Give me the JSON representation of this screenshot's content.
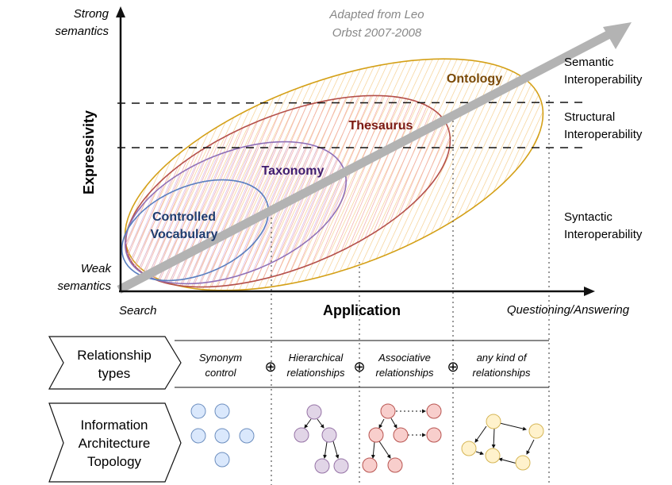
{
  "source_note": [
    "Adapted from Leo",
    "Orbst 2007-2008"
  ],
  "y_axis": {
    "label": "Expressivity",
    "top": [
      "Strong",
      "semantics"
    ],
    "bottom": [
      "Weak",
      "semantics"
    ]
  },
  "x_axis": {
    "label": "Application",
    "left": "Search",
    "right": "Questioning/Answering"
  },
  "levels": {
    "semantic": [
      "Semantic",
      "Interoperability"
    ],
    "structural": [
      "Structural",
      "Interoperability"
    ],
    "syntactic": [
      "Syntactic",
      "Interoperability"
    ]
  },
  "kos": {
    "controlled_vocabulary": [
      "Controlled",
      "Vocabulary"
    ],
    "taxonomy": "Taxonomy",
    "thesaurus": "Thesaurus",
    "ontology": "Ontology"
  },
  "rows": {
    "relationship_types": [
      "Relationship",
      "types"
    ],
    "topology": [
      "Information",
      "Architecture",
      "Topology"
    ]
  },
  "relationships": {
    "synonym": [
      "Synonym",
      "control"
    ],
    "hierarchical": [
      "Hierarchical",
      "relationships"
    ],
    "associative": [
      "Associative",
      "relationships"
    ],
    "any": [
      "any kind of",
      "relationships"
    ]
  },
  "plus_symbol": "⊕",
  "colors": {
    "controlled_vocabulary": "#5a7fc0",
    "taxonomy": "#9070b8",
    "thesaurus": "#b5504a",
    "ontology": "#d4a017",
    "cv_label": "#1f3c6e",
    "taxonomy_label": "#3f1d6e",
    "thesaurus_label": "#7a1a14",
    "ontology_label": "#7a4a08",
    "arrow": "#b3b3b3",
    "node_blue": "#dae8fc",
    "node_purple": "#e1d5e7",
    "node_red": "#f8cecc",
    "node_yellow": "#fff2cc"
  }
}
